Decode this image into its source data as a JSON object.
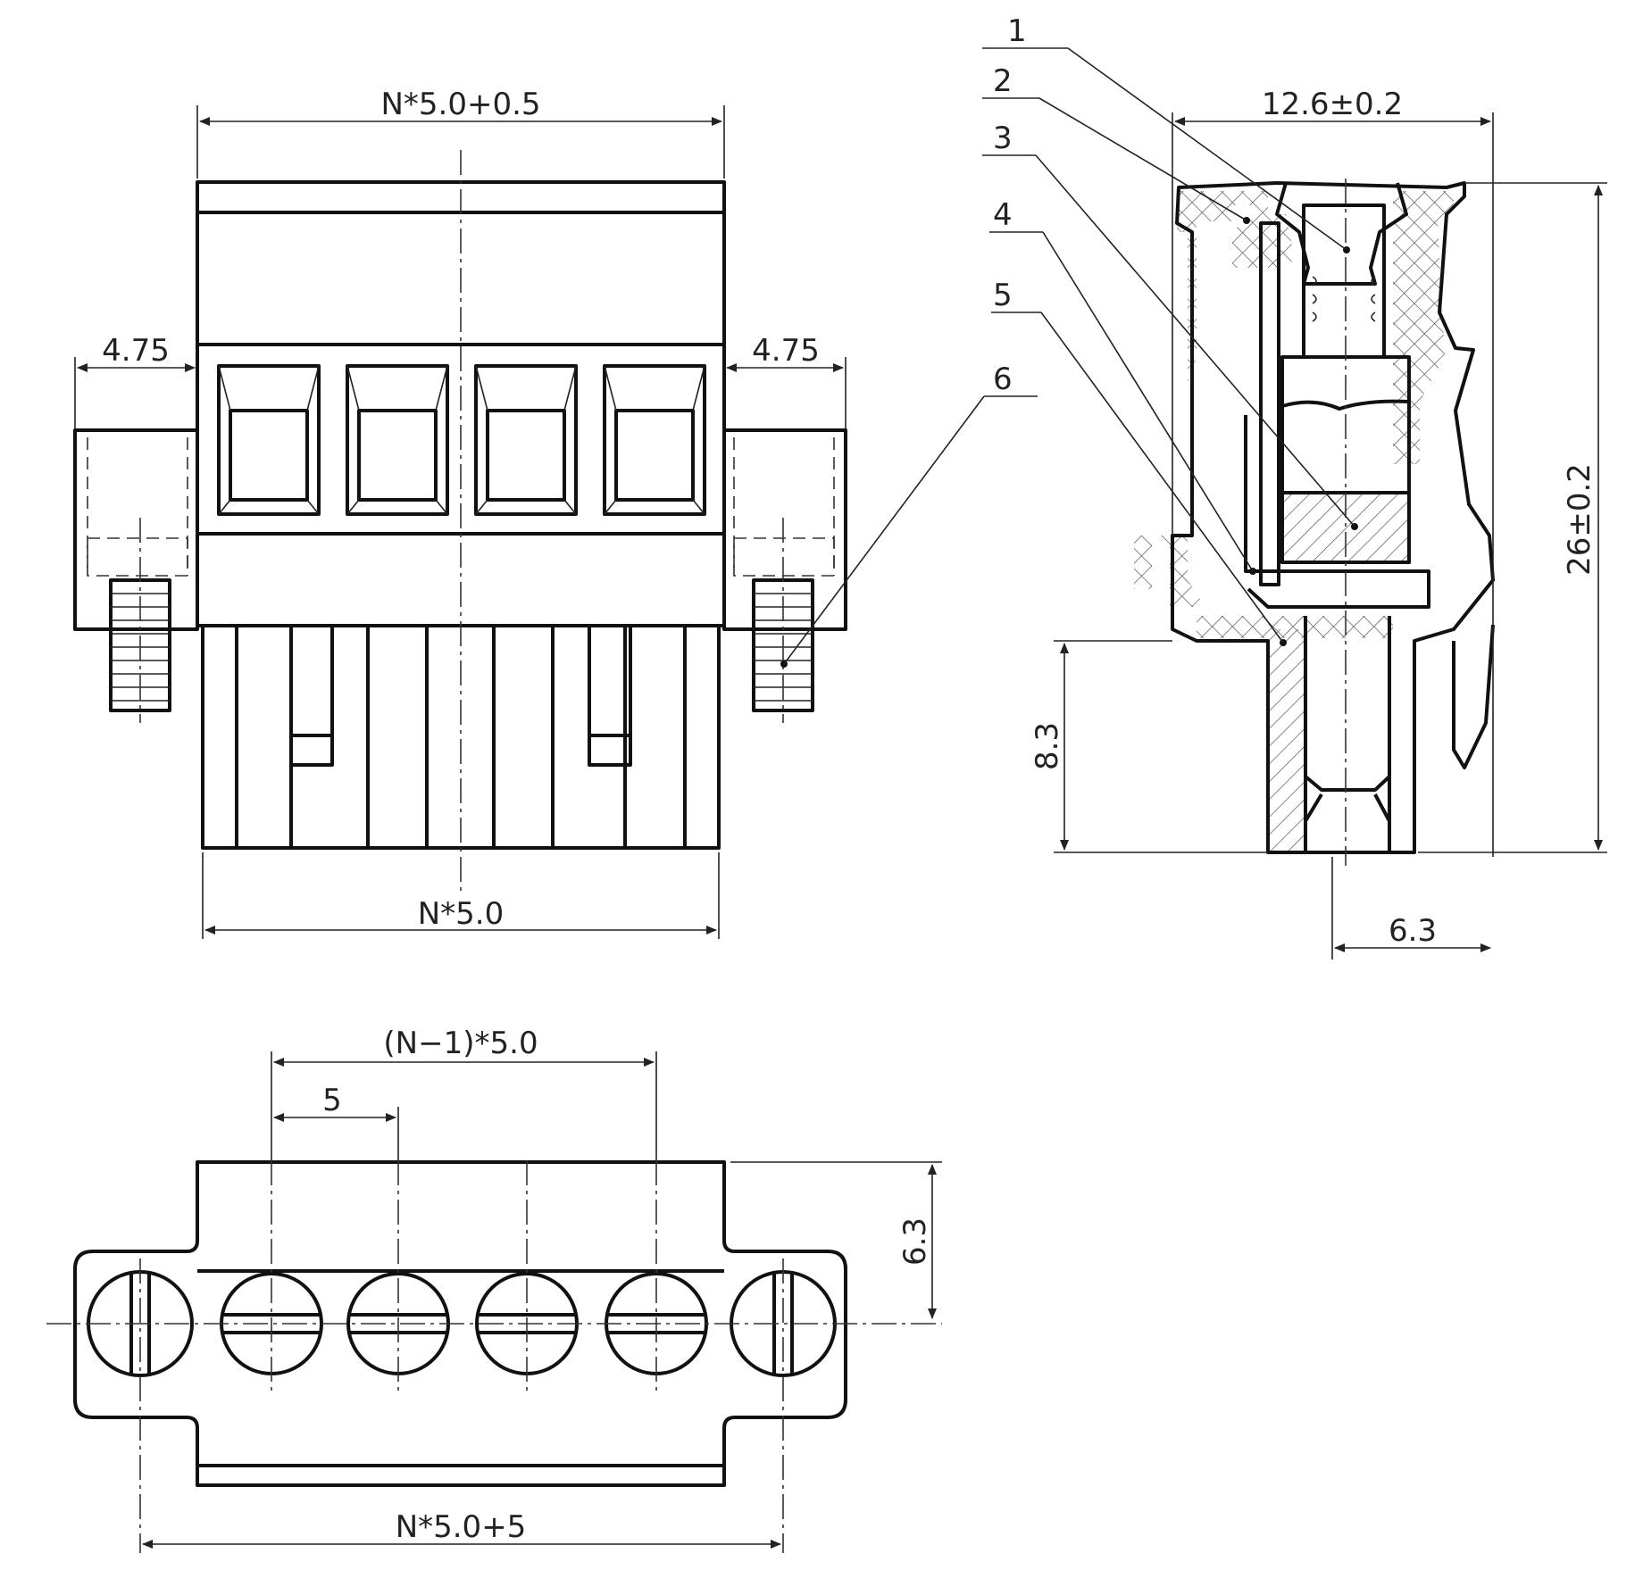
{
  "dimensions": {
    "front_top_width": "N*5.0+0.5",
    "front_bottom_width": "N*5.0",
    "left_flange": "4.75",
    "right_flange": "4.75",
    "side_width": "12.6±0.2",
    "side_height": "26±0.2",
    "side_pin_height": "8.3",
    "side_pin_offset": "6.3",
    "top_pitch_span": "(N−1)*5.0",
    "top_pitch": "5",
    "top_depth": "6.3",
    "top_overall": "N*5.0+5"
  },
  "callouts": [
    "1",
    "2",
    "3",
    "4",
    "5",
    "6"
  ],
  "views": {
    "front_positions": 4,
    "top_screws": 4
  }
}
